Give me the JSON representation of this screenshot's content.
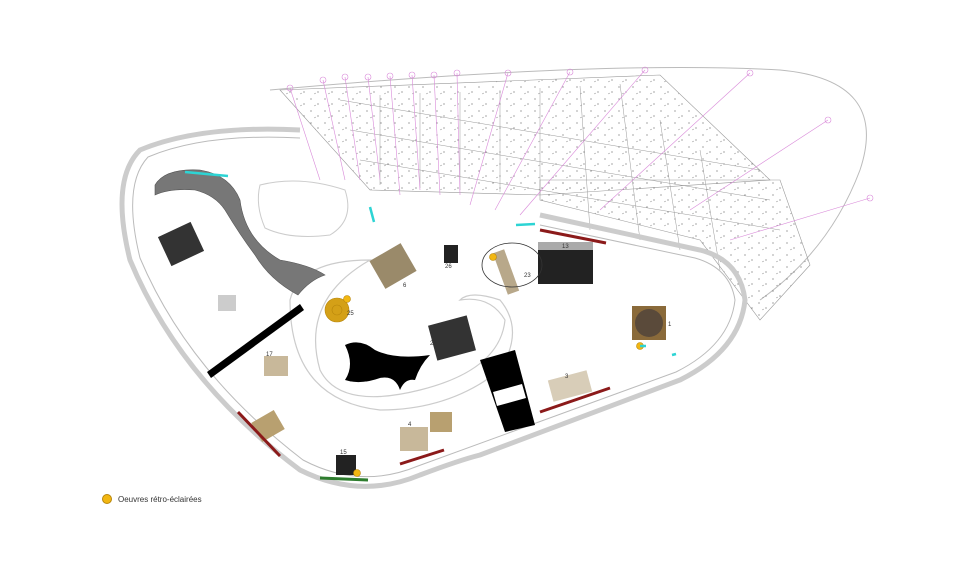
{
  "plan": {
    "artworks": [
      {
        "id": "13",
        "label": "13"
      },
      {
        "id": "25",
        "label": "25"
      },
      {
        "id": "1",
        "label": "1"
      },
      {
        "id": "3",
        "label": "3"
      },
      {
        "id": "4",
        "label": "4"
      },
      {
        "id": "6",
        "label": "6"
      },
      {
        "id": "15",
        "label": "15"
      },
      {
        "id": "17",
        "label": "17"
      },
      {
        "id": "22",
        "label": "22"
      },
      {
        "id": "23",
        "label": "23"
      },
      {
        "id": "26",
        "label": "26"
      }
    ]
  },
  "legend": {
    "backlit_label": "Oeuvres rétro-éclairées",
    "backlit_color": "#f2b712"
  },
  "colors": {
    "bench_red": "#8b1a1a",
    "bench_green": "#2e7d2e",
    "light_cyan": "#2dd4d4",
    "grid_pink": "#d98ad9"
  }
}
